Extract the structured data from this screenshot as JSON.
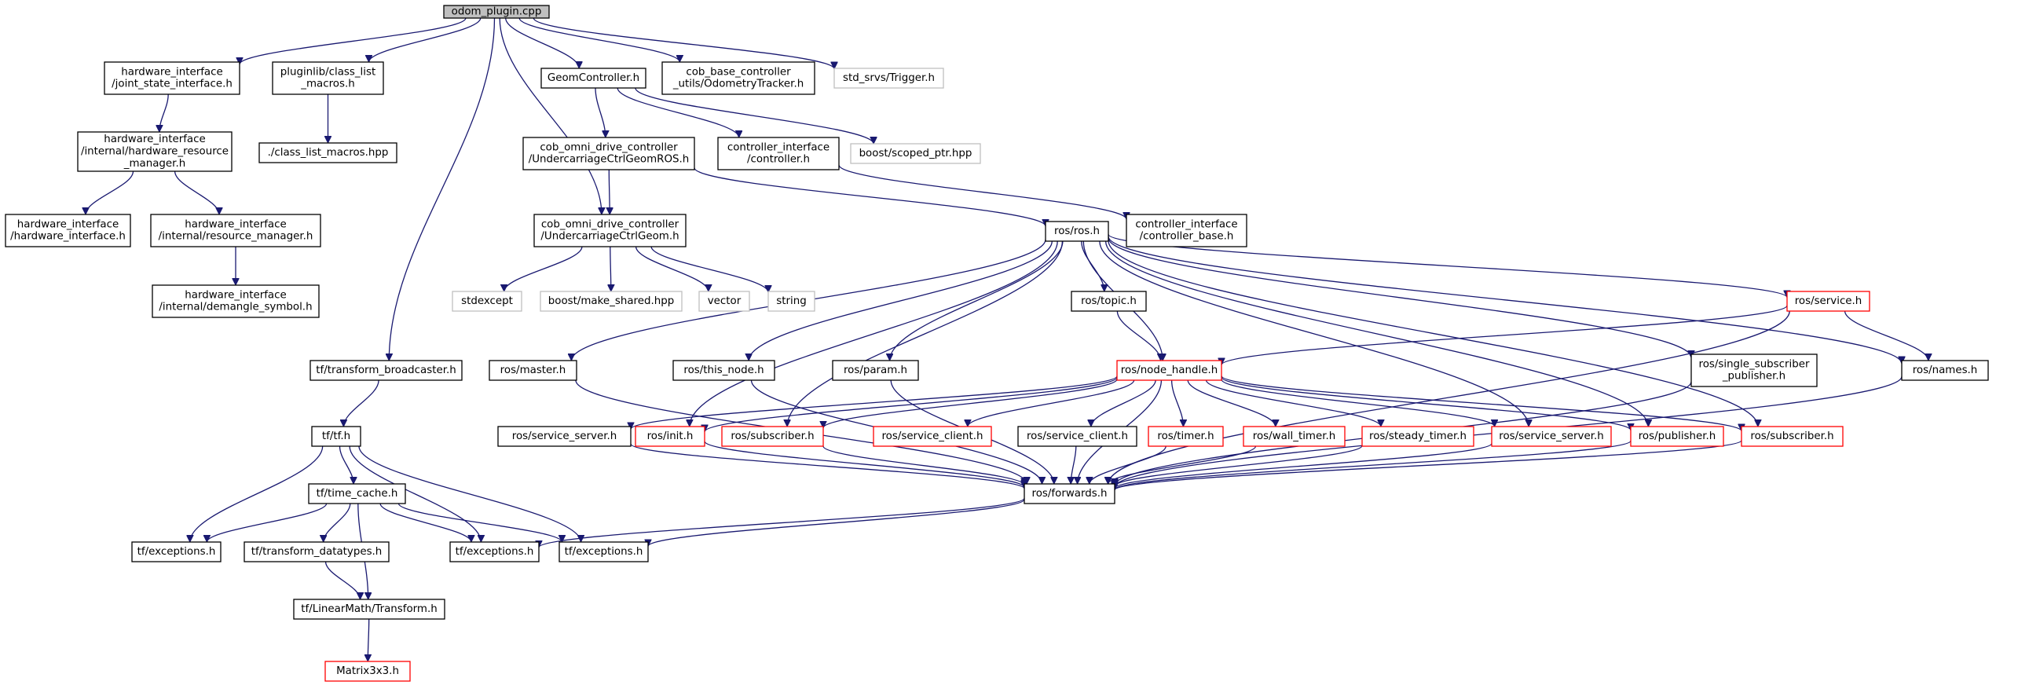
{
  "diagram": {
    "colors": {
      "background": "#ffffff",
      "edge": "#191970",
      "node_border_default": "#000000",
      "node_border_truncated": "#ff0000",
      "node_border_external": "#bfbfbf",
      "node_fill_root": "#bfbfbf",
      "node_fill_default": "#ffffff",
      "text": "#000000"
    },
    "nodes": [
      {
        "id": "root",
        "kind": "root",
        "lines": [
          "odom_plugin.cpp"
        ]
      },
      {
        "id": "hi_jsi",
        "kind": "normal",
        "lines": [
          "hardware_interface",
          "/joint_state_interface.h"
        ]
      },
      {
        "id": "pl_clm",
        "kind": "normal",
        "lines": [
          "pluginlib/class_list",
          "_macros.h"
        ]
      },
      {
        "id": "geomctrl",
        "kind": "normal",
        "lines": [
          "GeomController.h"
        ]
      },
      {
        "id": "cob_odo",
        "kind": "normal",
        "lines": [
          "cob_base_controller",
          "_utils/OdometryTracker.h"
        ]
      },
      {
        "id": "std_srvs",
        "kind": "external",
        "lines": [
          "std_srvs/Trigger.h"
        ]
      },
      {
        "id": "hi_hrm",
        "kind": "normal",
        "lines": [
          "hardware_interface",
          "/internal/hardware_resource",
          "_manager.h"
        ]
      },
      {
        "id": "clm_hpp",
        "kind": "normal",
        "lines": [
          "./class_list_macros.hpp"
        ]
      },
      {
        "id": "hi_hi",
        "kind": "normal",
        "lines": [
          "hardware_interface",
          "/hardware_interface.h"
        ]
      },
      {
        "id": "hi_rm",
        "kind": "normal",
        "lines": [
          "hardware_interface",
          "/internal/resource_manager.h"
        ]
      },
      {
        "id": "hi_ds",
        "kind": "normal",
        "lines": [
          "hardware_interface",
          "/internal/demangle_symbol.h"
        ]
      },
      {
        "id": "cob_ucgr",
        "kind": "normal",
        "lines": [
          "cob_omni_drive_controller",
          "/UndercarriageCtrlGeomROS.h"
        ]
      },
      {
        "id": "ci_ctrl",
        "kind": "normal",
        "lines": [
          "controller_interface",
          "/controller.h"
        ]
      },
      {
        "id": "boost_sp",
        "kind": "external",
        "lines": [
          "boost/scoped_ptr.hpp"
        ]
      },
      {
        "id": "cob_ucg",
        "kind": "normal",
        "lines": [
          "cob_omni_drive_controller",
          "/UndercarriageCtrlGeom.h"
        ]
      },
      {
        "id": "ros_ros",
        "kind": "normal",
        "lines": [
          "ros/ros.h"
        ]
      },
      {
        "id": "ci_cb",
        "kind": "normal",
        "lines": [
          "controller_interface",
          "/controller_base.h"
        ]
      },
      {
        "id": "stdexcept",
        "kind": "external",
        "lines": [
          "stdexcept"
        ]
      },
      {
        "id": "boost_ms",
        "kind": "external",
        "lines": [
          "boost/make_shared.hpp"
        ]
      },
      {
        "id": "vector",
        "kind": "external",
        "lines": [
          "vector"
        ]
      },
      {
        "id": "string",
        "kind": "external",
        "lines": [
          "string"
        ]
      },
      {
        "id": "ros_topic",
        "kind": "normal",
        "lines": [
          "ros/topic.h"
        ]
      },
      {
        "id": "ros_service",
        "kind": "truncated",
        "lines": [
          "ros/service.h"
        ]
      },
      {
        "id": "tf_tb",
        "kind": "normal",
        "lines": [
          "tf/transform_broadcaster.h"
        ]
      },
      {
        "id": "ros_master",
        "kind": "normal",
        "lines": [
          "ros/master.h"
        ]
      },
      {
        "id": "ros_thisnode",
        "kind": "normal",
        "lines": [
          "ros/this_node.h"
        ]
      },
      {
        "id": "ros_param",
        "kind": "normal",
        "lines": [
          "ros/param.h"
        ]
      },
      {
        "id": "ros_nh",
        "kind": "truncated",
        "lines": [
          "ros/node_handle.h"
        ]
      },
      {
        "id": "ros_ssp",
        "kind": "normal",
        "lines": [
          "ros/single_subscriber",
          "_publisher.h"
        ]
      },
      {
        "id": "ros_names",
        "kind": "normal",
        "lines": [
          "ros/names.h"
        ]
      },
      {
        "id": "tf_tf",
        "kind": "normal",
        "lines": [
          "tf/tf.h"
        ]
      },
      {
        "id": "ros_ss1",
        "kind": "normal",
        "lines": [
          "ros/service_server.h"
        ]
      },
      {
        "id": "ros_init",
        "kind": "truncated",
        "lines": [
          "ros/init.h"
        ]
      },
      {
        "id": "ros_sub1",
        "kind": "truncated",
        "lines": [
          "ros/subscriber.h"
        ]
      },
      {
        "id": "ros_sc1",
        "kind": "truncated",
        "lines": [
          "ros/service_client.h"
        ]
      },
      {
        "id": "ros_sc2",
        "kind": "normal",
        "lines": [
          "ros/service_client.h"
        ]
      },
      {
        "id": "ros_timer",
        "kind": "truncated",
        "lines": [
          "ros/timer.h"
        ]
      },
      {
        "id": "ros_wt",
        "kind": "truncated",
        "lines": [
          "ros/wall_timer.h"
        ]
      },
      {
        "id": "ros_st",
        "kind": "truncated",
        "lines": [
          "ros/steady_timer.h"
        ]
      },
      {
        "id": "ros_ss2",
        "kind": "truncated",
        "lines": [
          "ros/service_server.h"
        ]
      },
      {
        "id": "ros_pub",
        "kind": "truncated",
        "lines": [
          "ros/publisher.h"
        ]
      },
      {
        "id": "ros_sub2",
        "kind": "truncated",
        "lines": [
          "ros/subscriber.h"
        ]
      },
      {
        "id": "tf_tc",
        "kind": "normal",
        "lines": [
          "tf/time_cache.h"
        ]
      },
      {
        "id": "ros_fwd",
        "kind": "normal",
        "lines": [
          "ros/forwards.h"
        ]
      },
      {
        "id": "tf_exc1",
        "kind": "normal",
        "lines": [
          "tf/exceptions.h"
        ]
      },
      {
        "id": "tf_td",
        "kind": "normal",
        "lines": [
          "tf/transform_datatypes.h"
        ]
      },
      {
        "id": "tf_exc2",
        "kind": "normal",
        "lines": [
          "tf/exceptions.h"
        ]
      },
      {
        "id": "tf_exc3",
        "kind": "normal",
        "lines": [
          "tf/exceptions.h"
        ]
      },
      {
        "id": "tf_lmt",
        "kind": "normal",
        "lines": [
          "tf/LinearMath/Transform.h"
        ]
      },
      {
        "id": "matrix",
        "kind": "truncated",
        "lines": [
          "Matrix3x3.h"
        ]
      }
    ],
    "edges": [
      [
        "root",
        "hi_jsi"
      ],
      [
        "root",
        "pl_clm"
      ],
      [
        "root",
        "geomctrl"
      ],
      [
        "root",
        "cob_odo"
      ],
      [
        "root",
        "std_srvs"
      ],
      [
        "root",
        "cob_ucg"
      ],
      [
        "root",
        "tf_tb"
      ],
      [
        "hi_jsi",
        "hi_hrm"
      ],
      [
        "pl_clm",
        "clm_hpp"
      ],
      [
        "hi_hrm",
        "hi_hi"
      ],
      [
        "hi_hrm",
        "hi_rm"
      ],
      [
        "hi_rm",
        "hi_ds"
      ],
      [
        "geomctrl",
        "cob_ucgr"
      ],
      [
        "geomctrl",
        "ci_ctrl"
      ],
      [
        "geomctrl",
        "boost_sp"
      ],
      [
        "cob_ucgr",
        "cob_ucg"
      ],
      [
        "cob_ucgr",
        "ros_ros"
      ],
      [
        "ci_ctrl",
        "ci_cb"
      ],
      [
        "cob_ucg",
        "stdexcept"
      ],
      [
        "cob_ucg",
        "boost_ms"
      ],
      [
        "cob_ucg",
        "vector"
      ],
      [
        "cob_ucg",
        "string"
      ],
      [
        "ros_ros",
        "ros_topic"
      ],
      [
        "ros_ros",
        "ros_service"
      ],
      [
        "ros_ros",
        "ros_master"
      ],
      [
        "ros_ros",
        "ros_thisnode"
      ],
      [
        "ros_ros",
        "ros_param"
      ],
      [
        "ros_ros",
        "ros_nh"
      ],
      [
        "ros_ros",
        "ros_ssp"
      ],
      [
        "ros_ros",
        "ros_names"
      ],
      [
        "ros_ros",
        "ros_init"
      ],
      [
        "ros_ros",
        "ros_sub1"
      ],
      [
        "ros_ros",
        "ros_ss2"
      ],
      [
        "ros_ros",
        "ros_pub"
      ],
      [
        "ros_ros",
        "ros_sub2"
      ],
      [
        "ros_topic",
        "ros_nh"
      ],
      [
        "ros_service",
        "ros_nh"
      ],
      [
        "ros_service",
        "ros_names"
      ],
      [
        "ros_service",
        "ros_fwd"
      ],
      [
        "ros_master",
        "ros_fwd"
      ],
      [
        "ros_thisnode",
        "ros_fwd"
      ],
      [
        "ros_param",
        "ros_fwd"
      ],
      [
        "ros_ssp",
        "ros_fwd"
      ],
      [
        "ros_names",
        "ros_fwd"
      ],
      [
        "ros_nh",
        "ros_ss1"
      ],
      [
        "ros_nh",
        "ros_init"
      ],
      [
        "ros_nh",
        "ros_sub1"
      ],
      [
        "ros_nh",
        "ros_sc1"
      ],
      [
        "ros_nh",
        "ros_sc2"
      ],
      [
        "ros_nh",
        "ros_timer"
      ],
      [
        "ros_nh",
        "ros_wt"
      ],
      [
        "ros_nh",
        "ros_st"
      ],
      [
        "ros_nh",
        "ros_ss2"
      ],
      [
        "ros_nh",
        "ros_pub"
      ],
      [
        "ros_nh",
        "ros_sub2"
      ],
      [
        "ros_nh",
        "ros_fwd"
      ],
      [
        "ros_ss1",
        "ros_fwd"
      ],
      [
        "ros_init",
        "ros_fwd"
      ],
      [
        "ros_sub1",
        "ros_fwd"
      ],
      [
        "ros_sc2",
        "ros_fwd"
      ],
      [
        "ros_timer",
        "ros_fwd"
      ],
      [
        "ros_wt",
        "ros_fwd"
      ],
      [
        "ros_st",
        "ros_fwd"
      ],
      [
        "ros_ss2",
        "ros_fwd"
      ],
      [
        "ros_pub",
        "ros_fwd"
      ],
      [
        "ros_sub2",
        "ros_fwd"
      ],
      [
        "ros_fwd",
        "tf_exc2"
      ],
      [
        "ros_fwd",
        "tf_exc3"
      ],
      [
        "tf_tb",
        "tf_tf"
      ],
      [
        "tf_tf",
        "tf_tc"
      ],
      [
        "tf_tf",
        "tf_exc1"
      ],
      [
        "tf_tf",
        "tf_exc2"
      ],
      [
        "tf_tf",
        "tf_exc3"
      ],
      [
        "tf_tc",
        "tf_exc1"
      ],
      [
        "tf_tc",
        "tf_td"
      ],
      [
        "tf_tc",
        "tf_exc2"
      ],
      [
        "tf_tc",
        "tf_exc3"
      ],
      [
        "tf_tc",
        "tf_lmt"
      ],
      [
        "tf_td",
        "tf_lmt"
      ],
      [
        "tf_lmt",
        "matrix"
      ]
    ]
  }
}
